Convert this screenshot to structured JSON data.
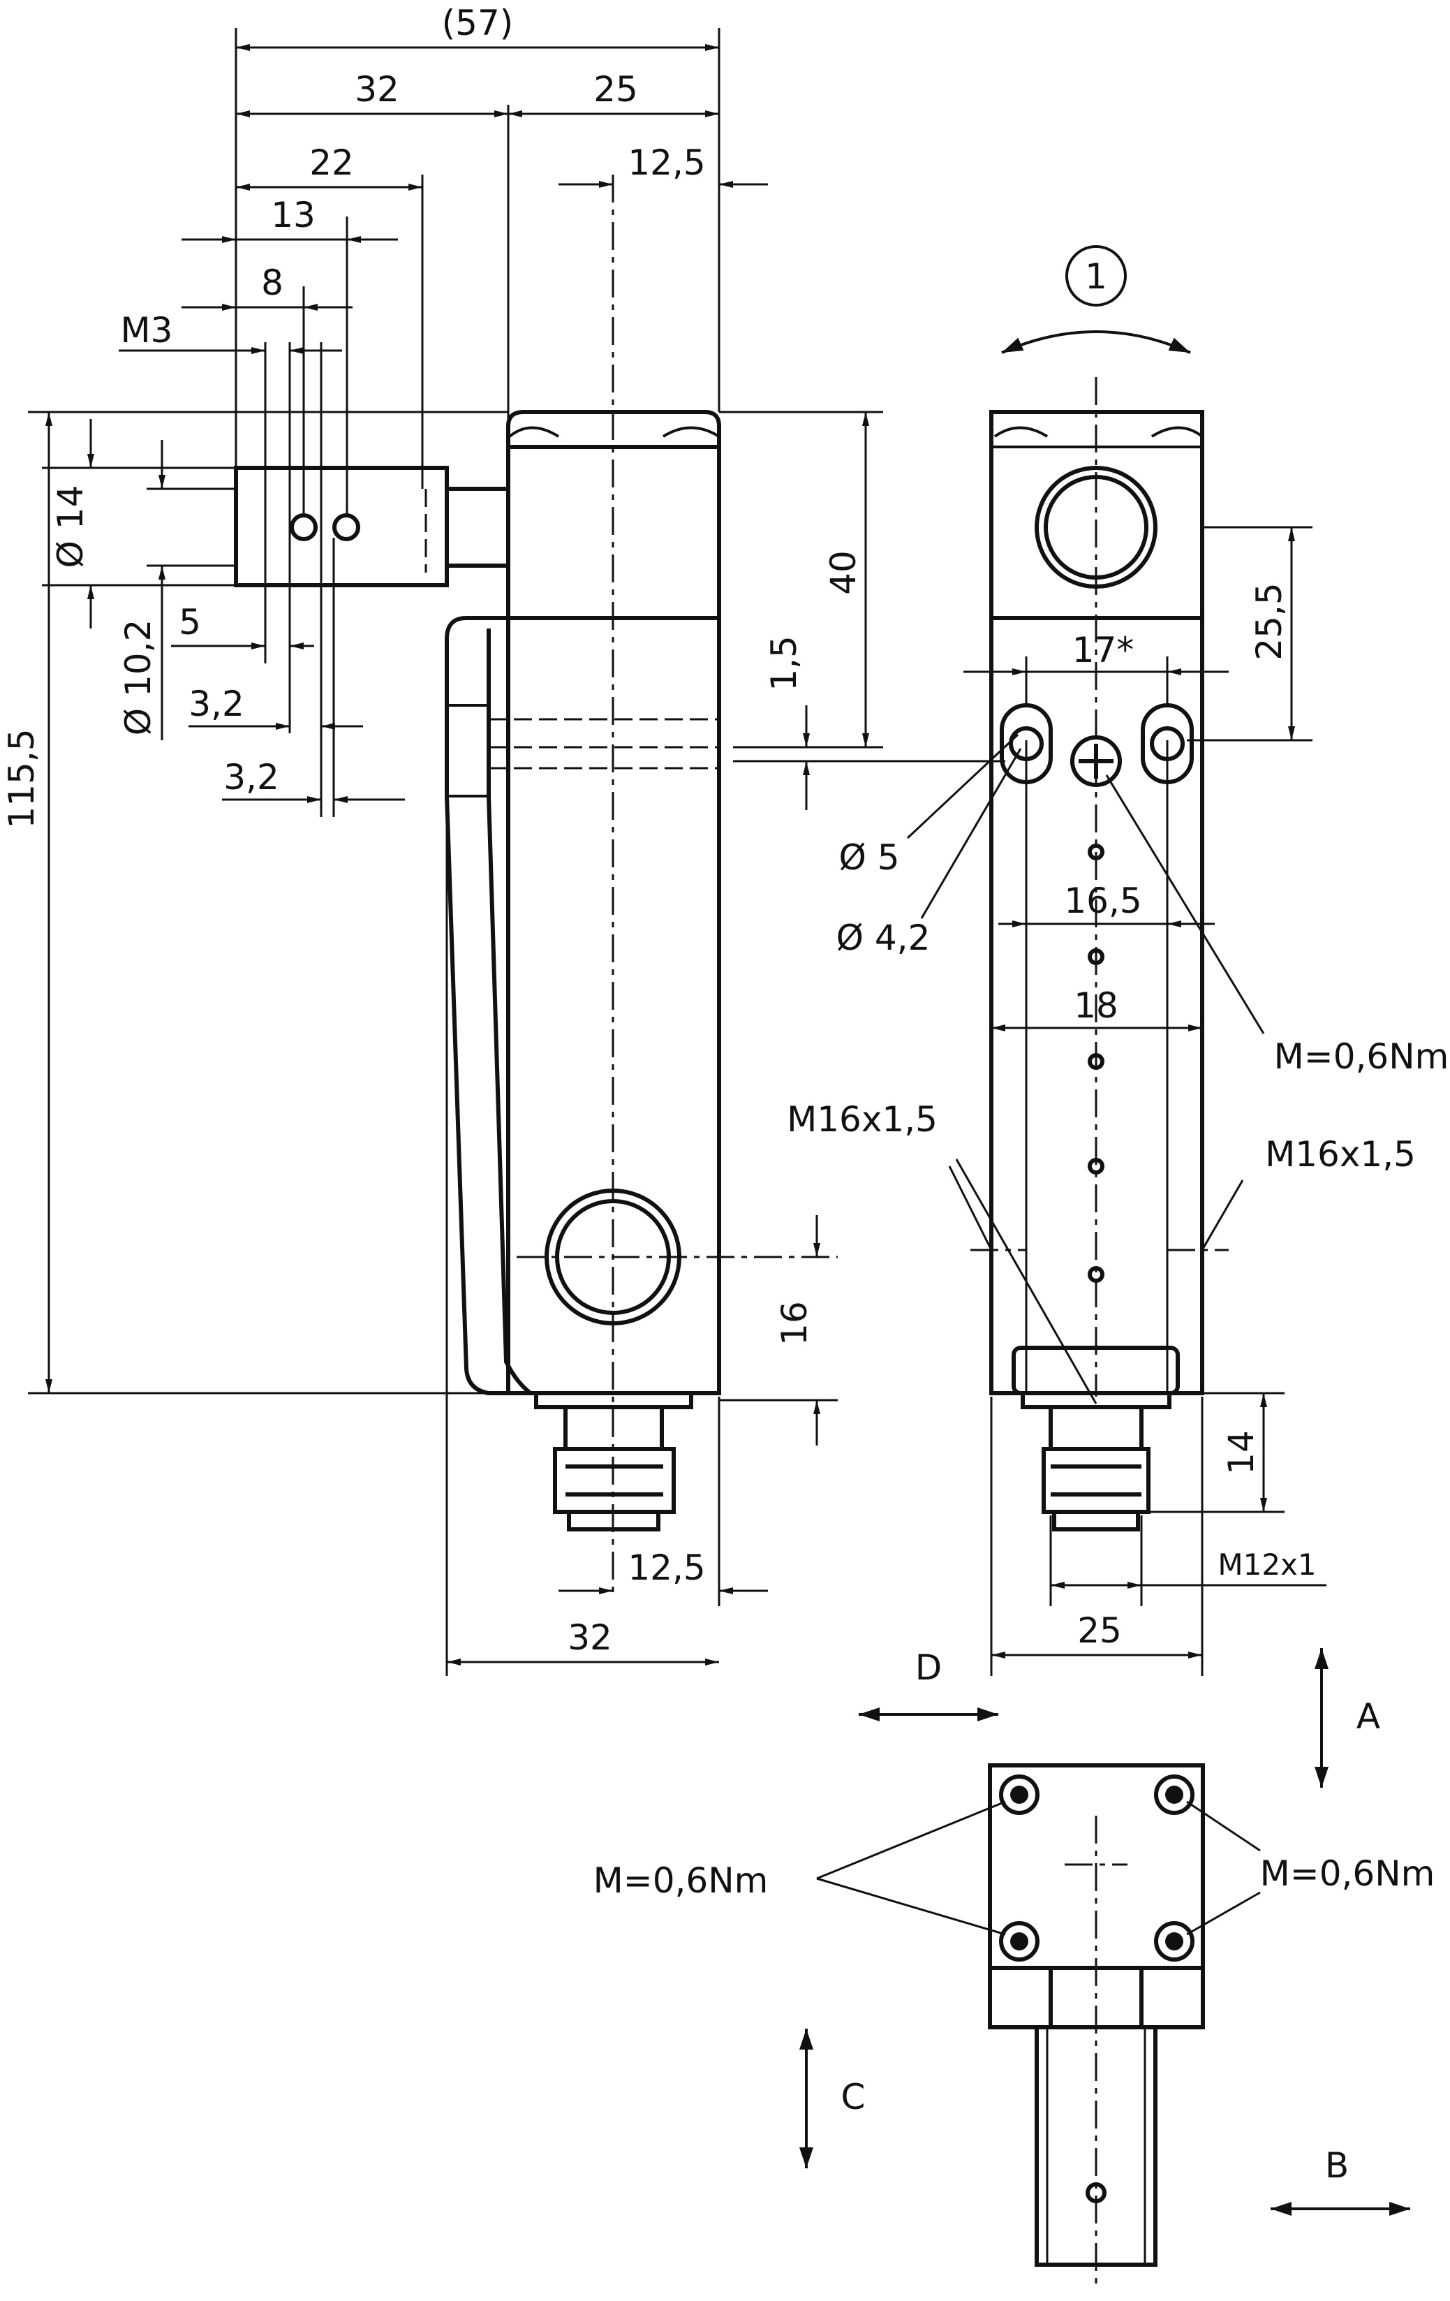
{
  "dimensions": {
    "top_overall": "(57)",
    "top_32": "32",
    "top_25": "25",
    "w_22": "22",
    "w_12_5_top": "12,5",
    "w_13": "13",
    "w_8": "8",
    "m3": "M3",
    "dia_14": "Ø 14",
    "dia_10_2": "Ø 10,2",
    "w_5": "5",
    "w_3_2_a": "3,2",
    "w_3_2_b": "3,2",
    "h_115_5": "115,5",
    "h_40": "40",
    "h_1_5": "1,5",
    "h_16": "16",
    "w_12_5_bottom": "12,5",
    "w_32_bottom": "32",
    "circle_label": "1",
    "w_17": "17*",
    "h_25_5": "25,5",
    "dia_5": "Ø 5",
    "dia_4_2": "Ø 4,2",
    "w_16_5": "16,5",
    "w_18": "18",
    "torque_side": "M=0,6Nm",
    "thread_left": "M16x1,5",
    "thread_right": "M16x1,5",
    "h_14": "14",
    "m12": "M12x1",
    "w_25_bottom": "25"
  },
  "directions": {
    "d": "D",
    "a": "A",
    "c": "C",
    "b": "B"
  },
  "torque": {
    "left": "M=0,6Nm",
    "right": "M=0,6Nm"
  }
}
